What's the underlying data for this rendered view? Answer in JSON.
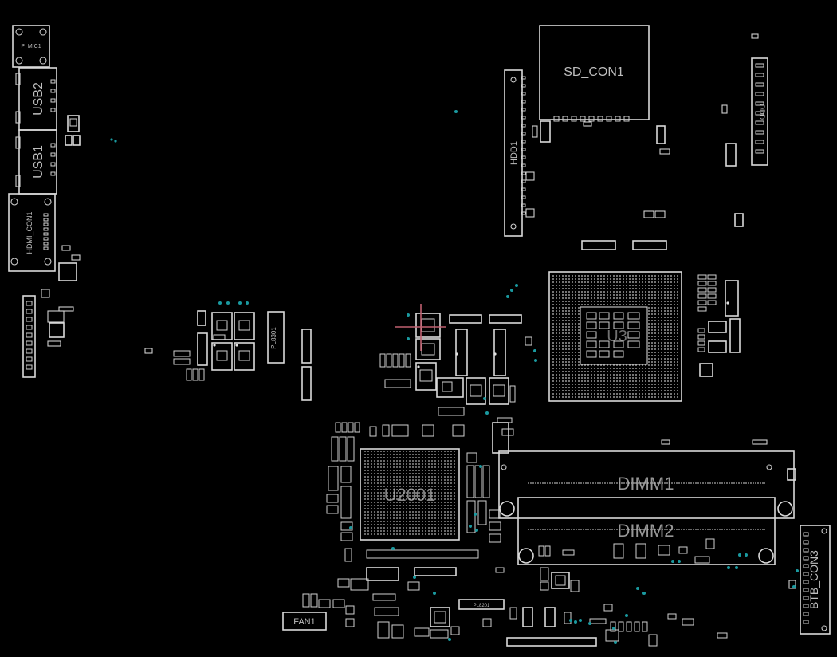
{
  "labels": {
    "sd": "SD_CON1",
    "usb2": "USB2",
    "usb1": "USB1",
    "hdmi": "HDMI_CON1",
    "hdd": "HDD1",
    "u2001": "U2001",
    "dimm1": "DIMM1",
    "dimm2": "DIMM2",
    "btb": "BTB_CON3",
    "fan": "FAN1",
    "mic": "P_MIC1",
    "odd": "ODD",
    "cpu": "U3",
    "pl": "PL8301",
    "pl2": "PL8201"
  },
  "colors": {
    "background": "#000000",
    "outline": "#d9d9d9",
    "via": "#1a9aa0",
    "cursor": "#c06070"
  }
}
